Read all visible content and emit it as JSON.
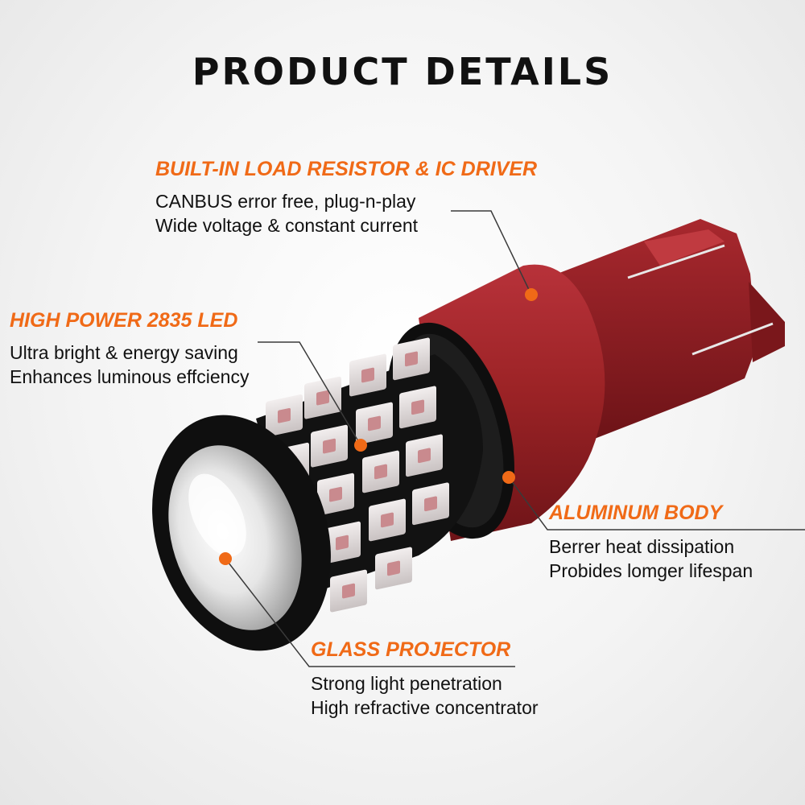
{
  "title": "PRODUCT DETAILS",
  "colors": {
    "accent": "#f06a17",
    "bulb_red": "#9c2326",
    "lens_ring": "#141414"
  },
  "callouts": {
    "resistor": {
      "heading": "BUILT-IN LOAD RESISTOR & IC DRIVER",
      "lines": [
        "CANBUS error free, plug-n-play",
        "Wide voltage & constant current"
      ]
    },
    "led": {
      "heading": "HIGH POWER 2835 LED",
      "lines": [
        "Ultra bright & energy saving",
        "Enhances luminous effciency"
      ]
    },
    "body": {
      "heading": "ALUMINUM BODY",
      "lines": [
        "Berrer heat dissipation",
        "Probides lomger lifespan"
      ]
    },
    "glass": {
      "heading": "GLASS PROJECTOR",
      "lines": [
        "Strong light penetration",
        "High refractive concentrator"
      ]
    }
  }
}
